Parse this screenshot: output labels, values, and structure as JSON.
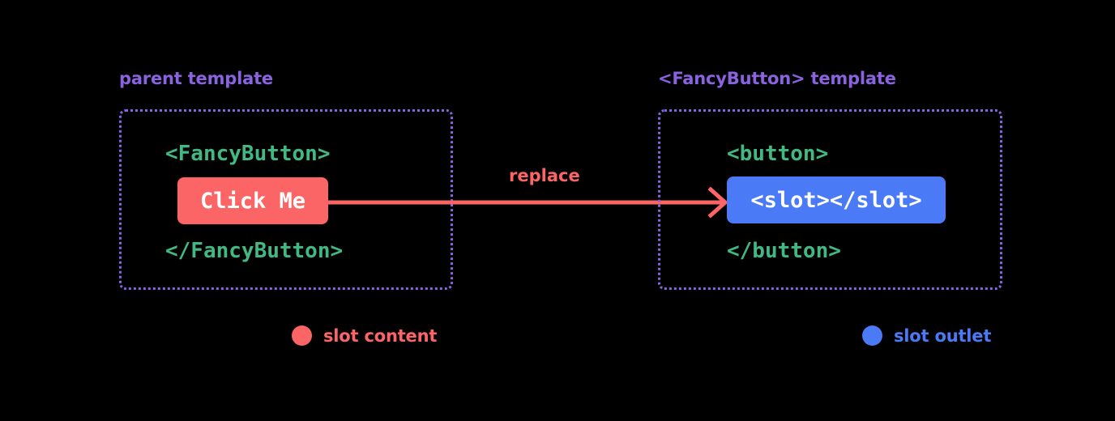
{
  "diagram": {
    "background": "#000000",
    "colors": {
      "label_purple": "#8b62e0",
      "code_green": "#42b883",
      "slot_content_red": "#fb6565",
      "slot_outlet_blue": "#4a7af5",
      "text_white": "#ffffff"
    },
    "panels": [
      {
        "id": "parent",
        "label": "parent template",
        "lines": [
          {
            "kind": "tag",
            "text": "<FancyButton>"
          },
          {
            "kind": "chip",
            "text": "Click Me"
          },
          {
            "kind": "tag",
            "text": "</FancyButton>"
          }
        ]
      },
      {
        "id": "fancybutton",
        "label": "<FancyButton> template",
        "lines": [
          {
            "kind": "tag",
            "text": "<button>"
          },
          {
            "kind": "chip",
            "text": "<slot></slot>"
          },
          {
            "kind": "tag",
            "text": "</button>"
          }
        ]
      }
    ],
    "arrow": {
      "label": "replace",
      "direction": "left-to-right",
      "color": "#fb6565"
    },
    "legend": [
      {
        "id": "slot-content",
        "label": "slot content",
        "color": "#fb6565"
      },
      {
        "id": "slot-outlet",
        "label": "slot outlet",
        "color": "#4a7af5"
      }
    ]
  }
}
